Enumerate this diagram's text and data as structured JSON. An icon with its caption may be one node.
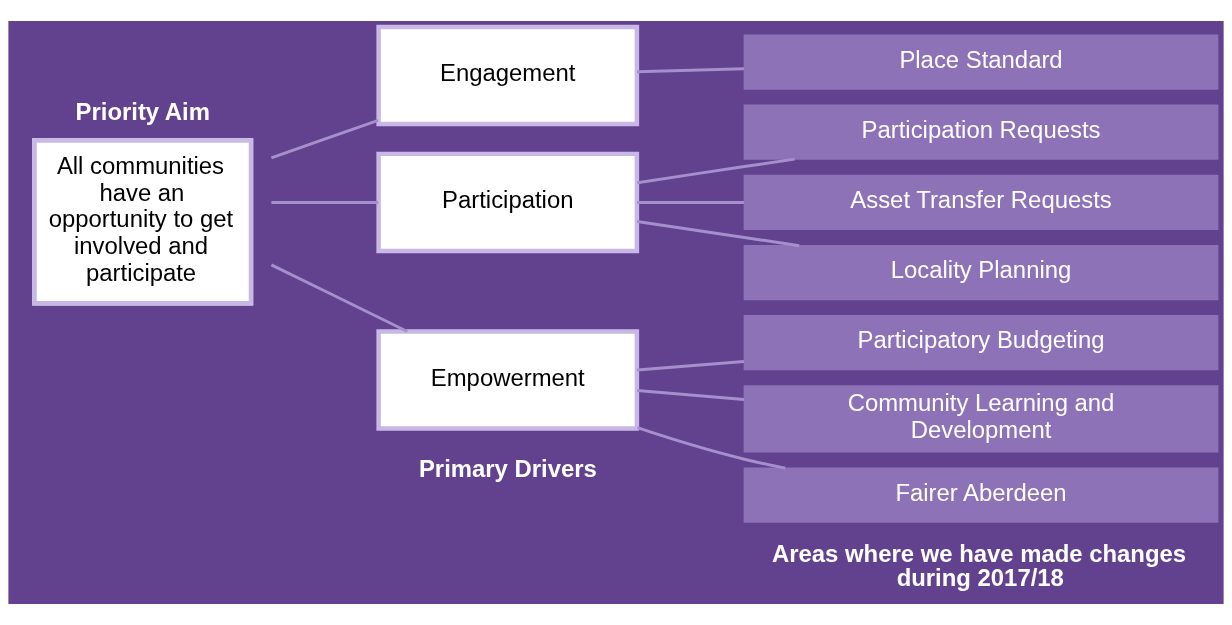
{
  "diagram": {
    "nodes": [
      {
        "text": [
          "Priority Aim",
          "All communities have an opportunity to get involved and participate"
        ]
      },
      {
        "text": [
          "Engagement"
        ]
      },
      {
        "text": [
          "Participation"
        ]
      },
      {
        "text": [
          "Empowerment"
        ]
      },
      {
        "text": [
          "Place Standard"
        ]
      },
      {
        "text": [
          "Participation Requests"
        ]
      },
      {
        "text": [
          "Asset Transfer Requests"
        ]
      },
      {
        "text": [
          "Locality Planning"
        ]
      },
      {
        "text": [
          "Participatory Budgeting"
        ]
      },
      {
        "text": [
          "Community Learning and Development"
        ]
      },
      {
        "text": [
          "Fairer Aberdeen"
        ]
      }
    ],
    "edges": [
      {
        "from": 0,
        "to": 1,
        "arrow": "none"
      },
      {
        "from": 0,
        "to": 2,
        "arrow": "none"
      },
      {
        "from": 0,
        "to": 3,
        "arrow": "none"
      },
      {
        "from": 1,
        "to": 4,
        "arrow": "none"
      },
      {
        "from": 2,
        "to": 5,
        "arrow": "none"
      },
      {
        "from": 2,
        "to": 6,
        "arrow": "none"
      },
      {
        "from": 2,
        "to": 7,
        "arrow": "none"
      },
      {
        "from": 3,
        "to": 8,
        "arrow": "none"
      },
      {
        "from": 3,
        "to": 9,
        "arrow": "none"
      },
      {
        "from": 3,
        "to": 10,
        "arrow": "none"
      }
    ],
    "labels": [
      "Primary Drivers",
      "Areas where we have made changes during 2017/18"
    ]
  }
}
